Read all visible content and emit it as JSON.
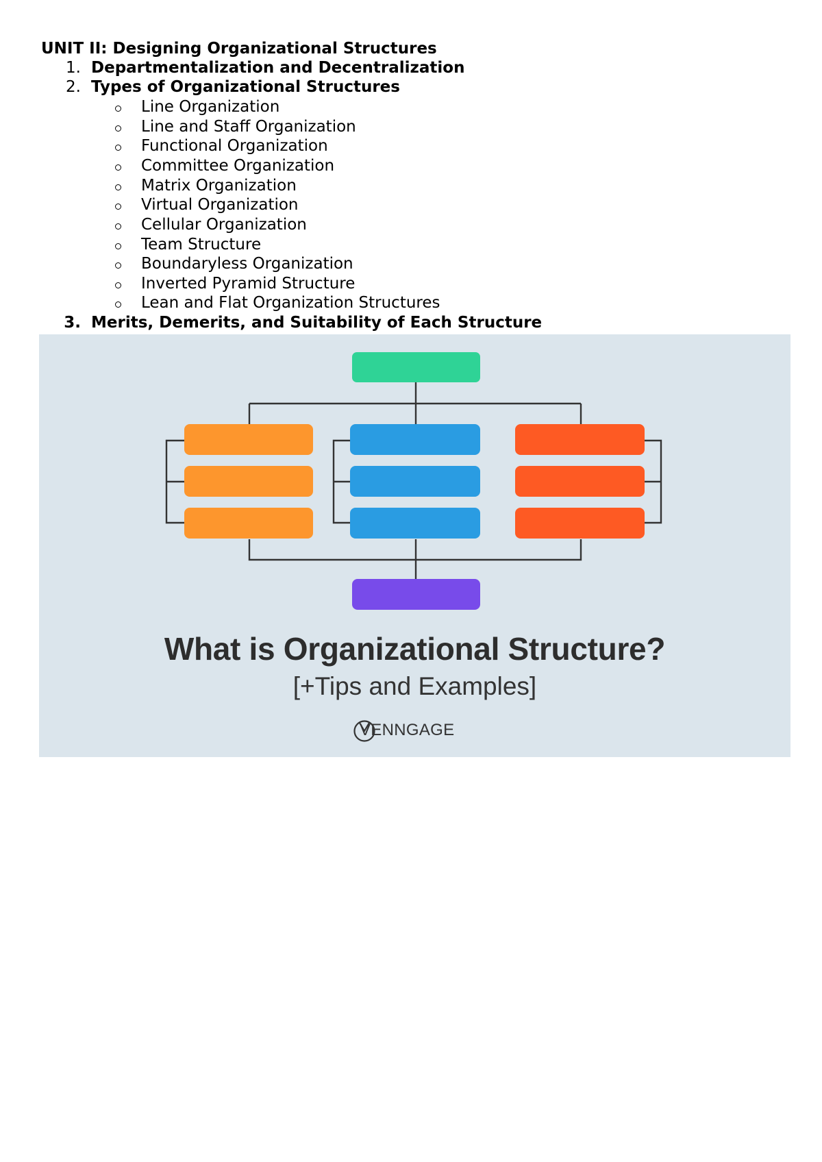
{
  "document": {
    "unit_title": "UNIT II: Designing Organizational Structures",
    "sections": [
      {
        "number": "1.",
        "title": "Departmentalization and Decentralization"
      },
      {
        "number": "2.",
        "title": "Types of Organizational Structures"
      },
      {
        "number": "3.",
        "title": "Merits, Demerits, and Suitability of Each Structure"
      }
    ],
    "structure_types": [
      "Line Organization",
      "Line and Staff Organization",
      "Functional Organization",
      "Committee Organization",
      "Matrix Organization",
      "Virtual Organization",
      "Cellular Organization",
      "Team Structure",
      "Boundaryless Organization",
      "Inverted Pyramid Structure",
      "Lean and Flat Organization Structures"
    ]
  },
  "banner": {
    "title": "What is Organizational Structure?",
    "subtitle": "[+Tips and Examples]",
    "brand": "VENNGAGE",
    "colors": {
      "background": "#dbe5ec",
      "top_box": "#2fd396",
      "left_column": "#fd962d",
      "middle_column": "#2a9ce2",
      "right_column": "#fe5a23",
      "bottom_box": "#784bea",
      "connector": "#333333"
    }
  }
}
